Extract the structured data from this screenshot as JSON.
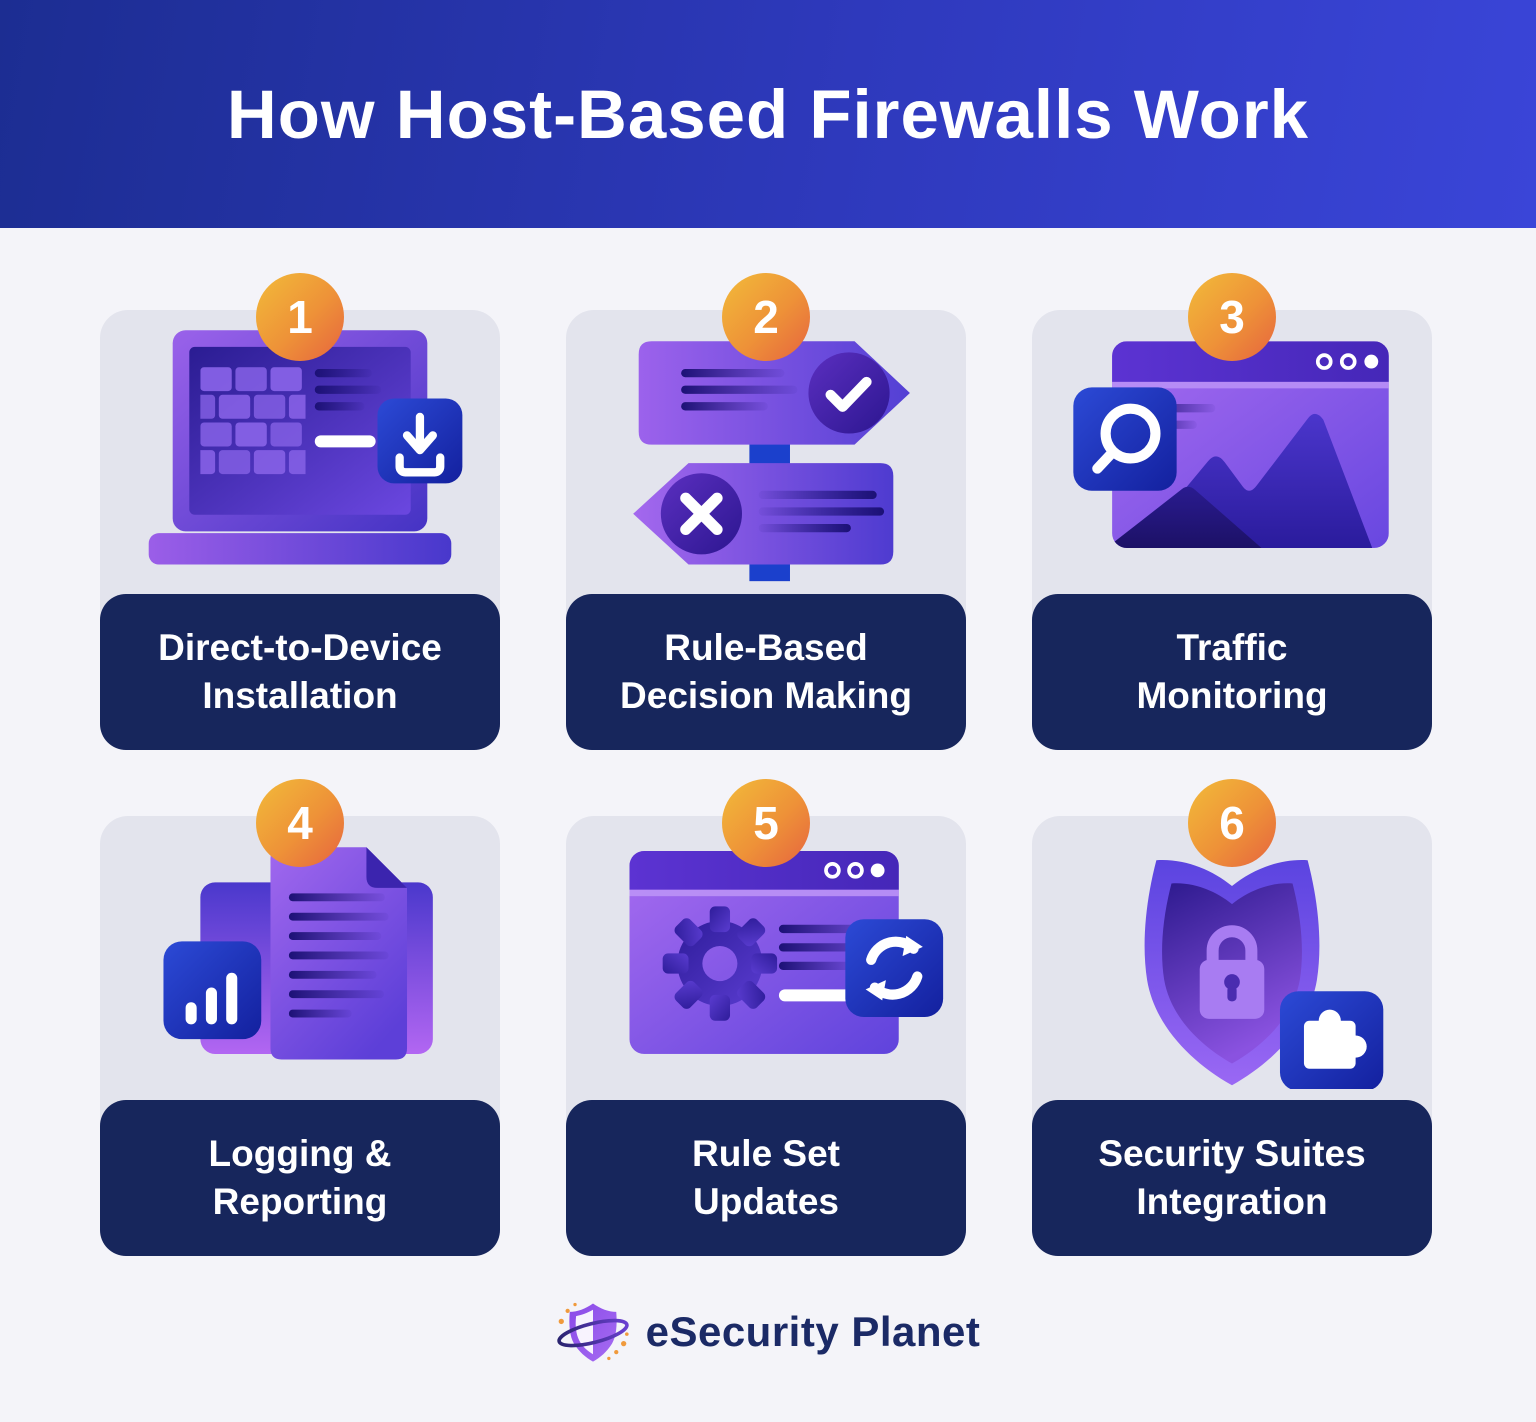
{
  "header": {
    "title": "How Host-Based Firewalls Work"
  },
  "cards": [
    {
      "number": "1",
      "icon": "laptop-download-icon",
      "label_line1": "Direct-to-Device",
      "label_line2": "Installation"
    },
    {
      "number": "2",
      "icon": "signpost-decision-icon",
      "label_line1": "Rule-Based",
      "label_line2": "Decision Making"
    },
    {
      "number": "3",
      "icon": "traffic-monitor-icon",
      "label_line1": "Traffic",
      "label_line2": "Monitoring"
    },
    {
      "number": "4",
      "icon": "logging-report-icon",
      "label_line1": "Logging &",
      "label_line2": "Reporting"
    },
    {
      "number": "5",
      "icon": "rule-set-update-icon",
      "label_line1": "Rule Set",
      "label_line2": "Updates"
    },
    {
      "number": "6",
      "icon": "shield-integration-icon",
      "label_line1": "Security Suites",
      "label_line2": "Integration"
    }
  ],
  "footer": {
    "brand": "eSecurity Planet"
  },
  "colors": {
    "header_gradient_left": "#1c2d92",
    "header_gradient_right": "#3a45d8",
    "page_background": "#f4f4f9",
    "card_background": "#e3e4ed",
    "label_panel": "#17265c",
    "badge_orange_start": "#f2bb3a",
    "badge_orange_end": "#e6643e",
    "accent_blue_start": "#2c4ad6",
    "accent_blue_end": "#13209e",
    "illustration_purple_light": "#a76cf0",
    "illustration_purple_dark": "#2a1c92",
    "signpost_post_blue": "#1b40cc",
    "brand_text": "#1b2a66",
    "brand_dot_orange": "#f09a3c"
  }
}
